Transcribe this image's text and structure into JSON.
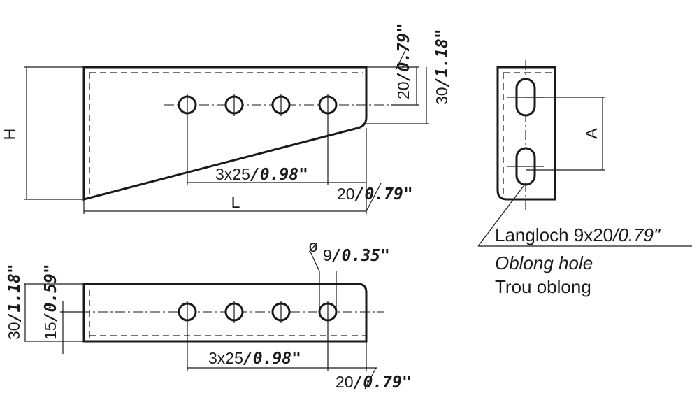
{
  "side_view": {
    "height_label": "H",
    "length_label": "L",
    "hole_pitch": "3x25",
    "hole_pitch_in": "/0.98\"",
    "end_offset": "20",
    "end_offset_in": "/0.79\"",
    "top_offset_1": "20",
    "top_offset_1_in": "/0.79\"",
    "top_offset_2": "30",
    "top_offset_2_in": "/1.18\""
  },
  "end_view": {
    "spacing_label": "A",
    "slot_label_de": "Langloch 9x20",
    "slot_label_de_in": "/0.79\"",
    "slot_label_en": "Oblong hole",
    "slot_label_fr": "Trou oblong"
  },
  "top_view": {
    "width": "30",
    "width_in": "/1.18\"",
    "center_offset": "15",
    "center_offset_in": "/0.59\"",
    "hole_dia_symbol": "ø",
    "hole_dia": "9",
    "hole_dia_in": "/0.35\"",
    "hole_pitch": "3x25",
    "hole_pitch_in": "/0.98\"",
    "end_offset": "20",
    "end_offset_in": "/0.79\""
  }
}
